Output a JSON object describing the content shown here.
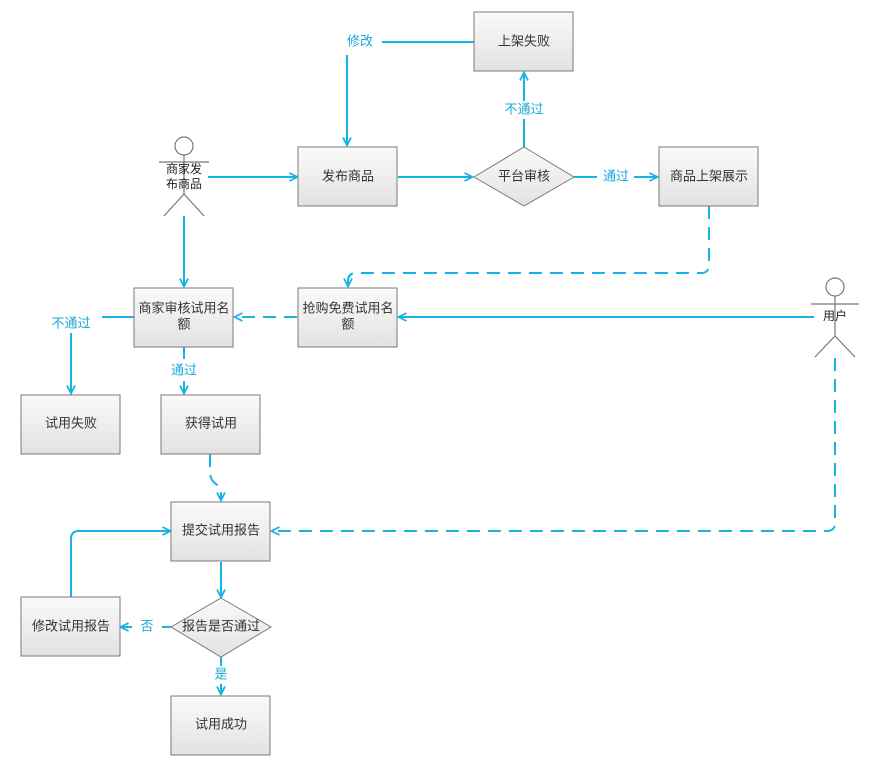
{
  "nodes": {
    "shelf_fail": "上架失败",
    "publish": "发布商品",
    "review": "平台审核",
    "display": "商品上架展示",
    "merchant_review_l1": "商家审核试用名",
    "merchant_review_l2": "额",
    "grab_l1": "抢购免费试用名",
    "grab_l2": "额",
    "trial_fail": "试用失败",
    "get_trial": "获得试用",
    "submit_report": "提交试用报告",
    "modify_report": "修改试用报告",
    "report_check": "报告是否通过",
    "trial_success": "试用成功"
  },
  "actors": {
    "merchant_l1": "商家发",
    "merchant_l2": "布商品",
    "user": "用户"
  },
  "edge_labels": {
    "modify": "修改",
    "review_fail": "不通过",
    "review_pass": "通过",
    "merchant_fail": "不通过",
    "merchant_pass": "通过",
    "report_no": "否",
    "report_yes": "是"
  },
  "colors": {
    "line": "#17b3e6",
    "box_border": "#7a7a7a",
    "box_fill_top": "#fafafa",
    "box_fill_bottom": "#e2e2e2",
    "label": "#1aa9d9"
  }
}
